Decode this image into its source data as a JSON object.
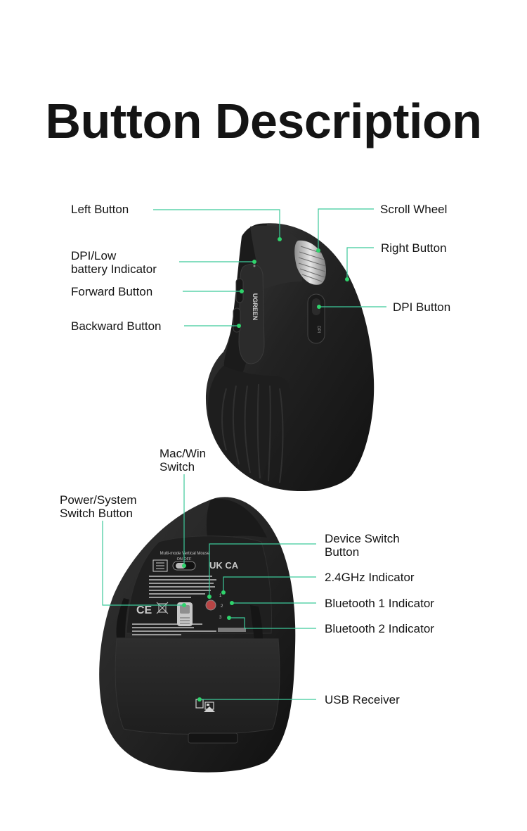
{
  "title": "Button Description",
  "top_labels": {
    "left_button": "Left Button",
    "dpi_low_battery": [
      "DPI/Low",
      "battery Indicator"
    ],
    "forward_button": "Forward Button",
    "backward_button": "Backward Button",
    "scroll_wheel": "Scroll Wheel",
    "right_button": "Right Button",
    "dpi_button": "DPI Button"
  },
  "bottom_labels": {
    "mac_win_switch": [
      "Mac/Win",
      "Switch"
    ],
    "power_system_switch": [
      "Power/System",
      "Switch Button"
    ],
    "device_switch": [
      "Device Switch",
      "Button"
    ],
    "indicator_24ghz": "2.4GHz Indicator",
    "bluetooth1": "Bluetooth 1 Indicator",
    "bluetooth2": "Bluetooth 2 Indicator",
    "usb_receiver": "USB Receiver"
  },
  "device_print": {
    "brand": "UGREEN",
    "dpi_text": "DPI",
    "model_line": "Multi-mode Vertical Mouse",
    "on_off": "ON   OFF",
    "ukca": "UK CA",
    "channels": [
      "1",
      "2",
      "3"
    ]
  },
  "colors": {
    "leader_line": "#3cc99a",
    "dot": "#2fd36c",
    "mouse_body": "#262626",
    "background": "#ffffff"
  },
  "icons": [
    "mouse-top-illustration",
    "mouse-bottom-illustration",
    "ce-mark-icon",
    "weee-bin-icon",
    "eac-mark-icon"
  ]
}
